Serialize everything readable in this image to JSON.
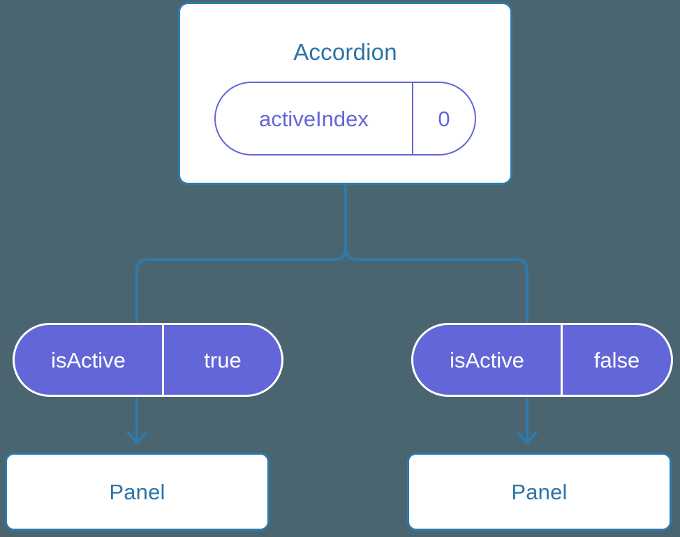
{
  "diagram": {
    "title_text": "Accordion",
    "background_color": "#4a6570",
    "accent_color": "#2e7aad",
    "prop_color": "#6366d8",
    "card_fill": "#ffffff",
    "root": {
      "label": "Accordion",
      "props": [
        {
          "key": "activeIndex",
          "value": "0"
        }
      ]
    },
    "branches": [
      {
        "prop": {
          "key": "isActive",
          "value": "true"
        },
        "child": {
          "label": "Panel"
        }
      },
      {
        "prop": {
          "key": "isActive",
          "value": "false"
        },
        "child": {
          "label": "Panel"
        }
      }
    ]
  }
}
